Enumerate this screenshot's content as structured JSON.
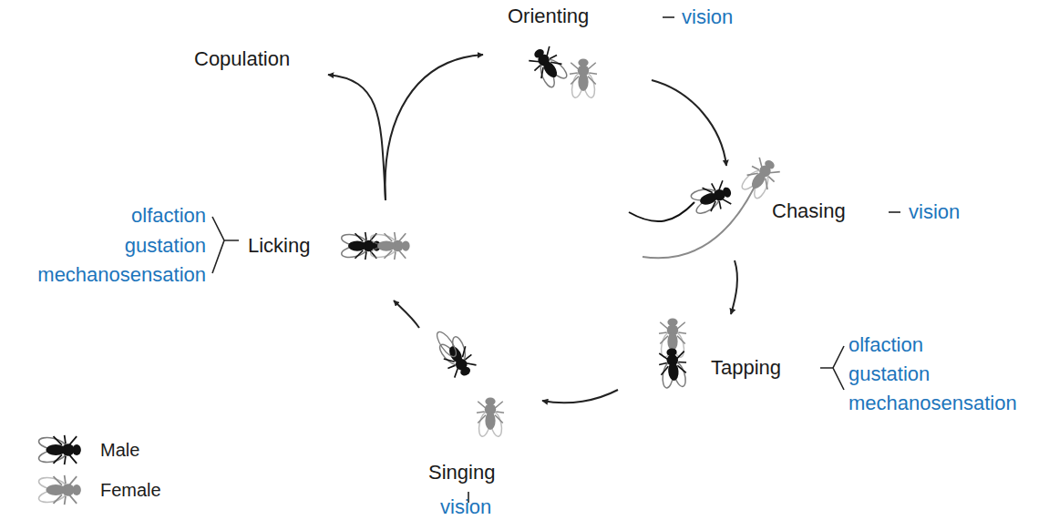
{
  "diagram": {
    "nodes": [
      {
        "text": [
          "Copulation"
        ]
      },
      {
        "text": [
          "Orienting",
          "vision"
        ]
      },
      {
        "text": [
          "Chasing",
          "vision"
        ]
      },
      {
        "text": [
          "Tapping",
          "olfaction",
          "gustation",
          "mechanosensation"
        ]
      },
      {
        "text": [
          "Singing",
          "vision"
        ]
      },
      {
        "text": [
          "Licking",
          "olfaction",
          "gustation",
          "mechanosensation"
        ]
      }
    ],
    "edges": [
      {
        "from": 1,
        "to": 2,
        "arrow": "to"
      },
      {
        "from": 2,
        "to": 3,
        "arrow": "to"
      },
      {
        "from": 3,
        "to": 4,
        "arrow": "to"
      },
      {
        "from": 4,
        "to": 5,
        "arrow": "to"
      },
      {
        "from": 5,
        "to": 1,
        "arrow": "to"
      },
      {
        "from": 5,
        "to": 0,
        "arrow": "to"
      }
    ],
    "legend": [
      {
        "text": "Male"
      },
      {
        "text": "Female"
      }
    ]
  }
}
